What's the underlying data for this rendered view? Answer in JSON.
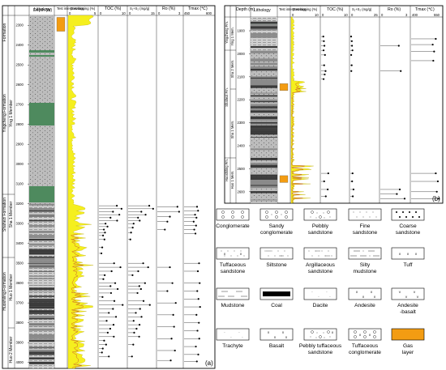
{
  "panels": {
    "a": {
      "label": "(a)",
      "headers": {
        "depth": "Depth (m)",
        "lithology": "Lithology",
        "test": "Test interpretation",
        "gas": "Gas-logging (%)",
        "toc": "TOC (%)",
        "s": "S₁+S₂ (mg/g)",
        "ro": "Ro (%)",
        "tmax": "Tmax (℃)"
      },
      "scales": {
        "gas": {
          "min": "0",
          "max": "5"
        },
        "toc": {
          "min": "0",
          "max": "10"
        },
        "s": {
          "min": "0",
          "max": "15"
        },
        "ro": {
          "min": "0",
          "max": "3"
        },
        "tmax": {
          "min": "450",
          "max": "600"
        }
      },
      "depth_ticks": [
        "2300",
        "2400",
        "2500",
        "2600",
        "2700",
        "2800",
        "2900",
        "3000",
        "3100",
        "3200",
        "3300",
        "3400",
        "3500",
        "3600",
        "3700",
        "3800",
        "3900",
        "4000"
      ],
      "formations": [
        {
          "name": "Formation"
        },
        {
          "name": "Yingcheng Formation"
        },
        {
          "name": "Shahezi Formation"
        },
        {
          "name": "Huoshiling Formation"
        }
      ],
      "members": [
        {
          "name": "Ying 1 Member"
        },
        {
          "name": "Sha 1 Member"
        },
        {
          "name": "Huo 1 Member"
        },
        {
          "name": "Huo 2 Member"
        }
      ]
    },
    "b": {
      "label": "(b)",
      "headers": {
        "depth": "Depth (m)",
        "lithology": "Lithology",
        "test": "Test interpretation",
        "gas": "Gas-logging (%)",
        "toc": "TOC (%)",
        "s": "S₁+S₂ (mg/g)",
        "ro": "Ro (%)",
        "tmax": "Tmax (℃)"
      },
      "scales": {
        "gas": {
          "min": "0",
          "max": "10"
        },
        "toc": {
          "min": "0",
          "max": "10"
        },
        "s": {
          "min": "0",
          "max": "25"
        },
        "ro": {
          "min": "0",
          "max": "3"
        },
        "tmax": {
          "min": "400",
          "max": "550"
        }
      },
      "depth_ticks": [
        "1900",
        "2000",
        "2100",
        "2200",
        "2300",
        "2400",
        "2500",
        "2600"
      ],
      "formations": [
        {
          "name": "Yingcheng Fm."
        },
        {
          "name": "Shahezi Fm."
        },
        {
          "name": "Huoshiling Fm."
        }
      ],
      "members": [
        {
          "name": "Ying 1 Mem."
        },
        {
          "name": "Sha 2 Mem."
        },
        {
          "name": "Sha 1 Mem."
        },
        {
          "name": "Huo 1 Mem."
        }
      ]
    }
  },
  "legend": [
    {
      "key": "conglomerate",
      "lines": [
        "Conglomerate"
      ],
      "pattern": "circles"
    },
    {
      "key": "sandy-conglomerate",
      "lines": [
        "Sandy",
        "conglomerate"
      ],
      "pattern": "circles-dots"
    },
    {
      "key": "pebbly-sandstone",
      "lines": [
        "Pebbly",
        "sandstone"
      ],
      "pattern": "pebbly"
    },
    {
      "key": "fine-sandstone",
      "lines": [
        "Fine",
        "sandstone"
      ],
      "pattern": "dots"
    },
    {
      "key": "coarse-sandstone",
      "lines": [
        "Coarse",
        "sandstone"
      ],
      "pattern": "bigdots"
    },
    {
      "key": "tuffaceous-sandstone",
      "lines": [
        "Tuffaceous",
        "sandstone"
      ],
      "pattern": "tuffsand"
    },
    {
      "key": "siltstone",
      "lines": [
        "Siltstone"
      ],
      "pattern": "silt"
    },
    {
      "key": "argillaceous-sandstone",
      "lines": [
        "Argillaceous",
        "sandstone"
      ],
      "pattern": "argsand"
    },
    {
      "key": "silty-mudstone",
      "lines": [
        "Silty",
        "mudstone"
      ],
      "pattern": "siltmud"
    },
    {
      "key": "tuff",
      "lines": [
        "Tuff"
      ],
      "pattern": "tuff"
    },
    {
      "key": "mudstone",
      "lines": [
        "Mudstone"
      ],
      "pattern": "mud"
    },
    {
      "key": "coal",
      "lines": [
        "Coal"
      ],
      "pattern": "coal"
    },
    {
      "key": "dacite",
      "lines": [
        "Dacite"
      ],
      "pattern": "dacite"
    },
    {
      "key": "andesite",
      "lines": [
        "Andesite"
      ],
      "pattern": "andesite"
    },
    {
      "key": "andesite-basalt",
      "lines": [
        "Andesite",
        "-basalt"
      ],
      "pattern": "andbas"
    },
    {
      "key": "trachyte",
      "lines": [
        "Trachyte"
      ],
      "pattern": "trachyte"
    },
    {
      "key": "basalt",
      "lines": [
        "Basalt"
      ],
      "pattern": "basalt"
    },
    {
      "key": "pebbly-tuffaceous-sandstone",
      "lines": [
        "Pebbly tuffaceous",
        "sandstone"
      ],
      "pattern": "pebtuff"
    },
    {
      "key": "tuffaceous-conglomerate",
      "lines": [
        "Tuffaceous",
        "conglomerate"
      ],
      "pattern": "tuffcong"
    },
    {
      "key": "gas-layer",
      "lines": [
        "Gas",
        "layer"
      ],
      "pattern": "gas"
    }
  ],
  "colors": {
    "gas_fill": "#f5ef1e",
    "gas_line": "#c0392b",
    "gas_layer": "#f39c12",
    "volcanic": "#4e8a5e",
    "lithology_gray": "#b8b8b8",
    "mudstone_dark": "#555555"
  },
  "chart_data": [
    {
      "panel": "a",
      "type": "well-log",
      "depth_range": [
        2250,
        4030
      ],
      "axes": {
        "gas": [
          0,
          5
        ],
        "toc": [
          0,
          10
        ],
        "s": [
          0,
          15
        ],
        "ro": [
          0,
          3
        ],
        "tmax": [
          450,
          600
        ]
      },
      "gas_layer": [
        [
          2260,
          2330
        ]
      ],
      "toc": [
        [
          3210,
          6.5
        ],
        [
          3225,
          8.2
        ],
        [
          3240,
          5.1
        ],
        [
          3255,
          7.4
        ],
        [
          3270,
          4.2
        ],
        [
          3285,
          6.6
        ],
        [
          3300,
          2.4
        ],
        [
          3315,
          3.1
        ],
        [
          3330,
          1.8
        ],
        [
          3345,
          2.2
        ],
        [
          3360,
          1.5
        ],
        [
          3380,
          2.0
        ],
        [
          3420,
          1.2
        ],
        [
          3450,
          0.9
        ],
        [
          3500,
          5.5
        ],
        [
          3520,
          7.8
        ],
        [
          3540,
          4.6
        ],
        [
          3560,
          2.1
        ],
        [
          3580,
          1.6
        ],
        [
          3600,
          5.9
        ],
        [
          3615,
          4.2
        ],
        [
          3630,
          6.8
        ],
        [
          3650,
          4.4
        ],
        [
          3670,
          1.3
        ],
        [
          3690,
          5.6
        ],
        [
          3710,
          8.6
        ],
        [
          3730,
          5.1
        ],
        [
          3750,
          3.6
        ],
        [
          3770,
          6.2
        ],
        [
          3790,
          2.8
        ],
        [
          3810,
          5.3
        ],
        [
          3830,
          4.1
        ],
        [
          3850,
          3.2
        ],
        [
          3870,
          5.4
        ],
        [
          3890,
          1.9
        ],
        [
          3910,
          2.6
        ],
        [
          3930,
          1.4
        ],
        [
          3950,
          1.1
        ],
        [
          3970,
          3.6
        ]
      ],
      "s1s2": [
        [
          3210,
          11.5
        ],
        [
          3225,
          13.6
        ],
        [
          3240,
          7.2
        ],
        [
          3255,
          9.5
        ],
        [
          3270,
          5.4
        ],
        [
          3285,
          6.3
        ],
        [
          3300,
          3.0
        ],
        [
          3320,
          2.5
        ],
        [
          3345,
          1.6
        ],
        [
          3380,
          1.2
        ],
        [
          3500,
          8.2
        ],
        [
          3520,
          10.9
        ],
        [
          3540,
          5.5
        ],
        [
          3560,
          2.4
        ],
        [
          3600,
          9.2
        ],
        [
          3615,
          6.1
        ],
        [
          3630,
          7.0
        ],
        [
          3650,
          5.1
        ],
        [
          3690,
          8.4
        ],
        [
          3710,
          11.8
        ],
        [
          3730,
          6.5
        ],
        [
          3750,
          4.2
        ],
        [
          3770,
          7.3
        ],
        [
          3790,
          3.0
        ],
        [
          3810,
          6.2
        ],
        [
          3830,
          4.6
        ],
        [
          3850,
          3.3
        ],
        [
          3870,
          6.0
        ],
        [
          3910,
          2.8
        ],
        [
          3970,
          2.1
        ]
      ],
      "ro": [
        [
          3215,
          2.4
        ],
        [
          3240,
          2.6
        ],
        [
          3265,
          1.5
        ],
        [
          3290,
          1.2
        ],
        [
          3330,
          0.9
        ],
        [
          3520,
          1.5
        ],
        [
          3600,
          1.8
        ],
        [
          3640,
          1.2
        ],
        [
          3700,
          2.2
        ],
        [
          3760,
          1.9
        ],
        [
          3820,
          2.0
        ],
        [
          3880,
          1.7
        ],
        [
          3940,
          2.1
        ],
        [
          3990,
          1.6
        ]
      ],
      "tmax": [
        [
          3215,
          515
        ],
        [
          3235,
          520
        ],
        [
          3255,
          505
        ],
        [
          3270,
          512
        ],
        [
          3290,
          498
        ],
        [
          3310,
          510
        ],
        [
          3330,
          501
        ],
        [
          3350,
          507
        ],
        [
          3500,
          525
        ],
        [
          3540,
          519
        ],
        [
          3600,
          528
        ],
        [
          3640,
          516
        ],
        [
          3680,
          522
        ],
        [
          3720,
          530
        ],
        [
          3760,
          512
        ],
        [
          3800,
          524
        ],
        [
          3840,
          517
        ],
        [
          3880,
          526
        ],
        [
          3920,
          509
        ],
        [
          3960,
          521
        ],
        [
          3995,
          514
        ]
      ]
    },
    {
      "panel": "b",
      "type": "well-log",
      "depth_range": [
        1840,
        2650
      ],
      "axes": {
        "gas": [
          0,
          10
        ],
        "toc": [
          0,
          10
        ],
        "s": [
          0,
          25
        ],
        "ro": [
          0,
          3
        ],
        "tmax": [
          400,
          550
        ]
      },
      "gas_layer": [
        [
          2130,
          2160
        ],
        [
          2530,
          2560
        ]
      ],
      "toc": [
        [
          1925,
          0.8
        ],
        [
          1945,
          1.0
        ],
        [
          1965,
          1.2
        ],
        [
          1985,
          0.9
        ],
        [
          2005,
          1.4
        ],
        [
          2050,
          1.1
        ],
        [
          2075,
          1.6
        ],
        [
          2090,
          1.3
        ],
        [
          2110,
          0.9
        ],
        [
          2520,
          2.6
        ],
        [
          2555,
          1.1
        ],
        [
          2590,
          2.4
        ],
        [
          2620,
          1.7
        ]
      ],
      "s1s2": [
        [
          1925,
          0.7
        ],
        [
          1945,
          1.3
        ],
        [
          1965,
          1.5
        ],
        [
          1985,
          1.9
        ],
        [
          2005,
          0.8
        ],
        [
          2050,
          1.2
        ],
        [
          2075,
          0.9
        ],
        [
          2520,
          2.0
        ],
        [
          2555,
          1.6
        ],
        [
          2590,
          2.8
        ],
        [
          2620,
          2.2
        ]
      ],
      "ro": [
        [
          1965,
          1.9
        ],
        [
          2075,
          2.1
        ],
        [
          2590,
          2.0
        ],
        [
          2610,
          1.7
        ],
        [
          2630,
          2.5
        ]
      ],
      "tmax": [
        [
          1935,
          520
        ],
        [
          1960,
          505
        ],
        [
          1990,
          512
        ],
        [
          2030,
          508
        ],
        [
          2520,
          520
        ],
        [
          2555,
          530
        ],
        [
          2600,
          525
        ],
        [
          2630,
          535
        ]
      ]
    }
  ]
}
